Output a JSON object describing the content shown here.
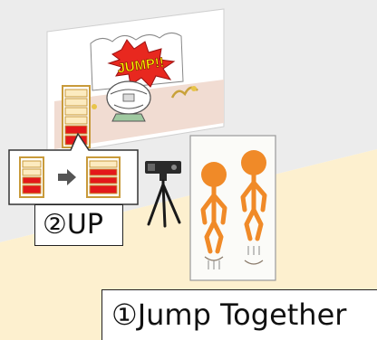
{
  "diagram": {
    "step_up_label": "②UP",
    "step_jump_label": "①Jump Together",
    "screen_banner_text": "JUMP!!"
  },
  "colors": {
    "floor": "#fdf0cf",
    "wall": "#ededed",
    "projection": "#f3e3da",
    "player": "#f08a28",
    "meter_fill": "#e3181b",
    "meter_empty": "#fcebc0",
    "burst": "#e8281f",
    "burst_text": "#fff100"
  },
  "icons": [
    "projector-icon",
    "tripod-icon",
    "jumping-person-icon",
    "arrow-right-icon",
    "progress-meter-icon"
  ]
}
